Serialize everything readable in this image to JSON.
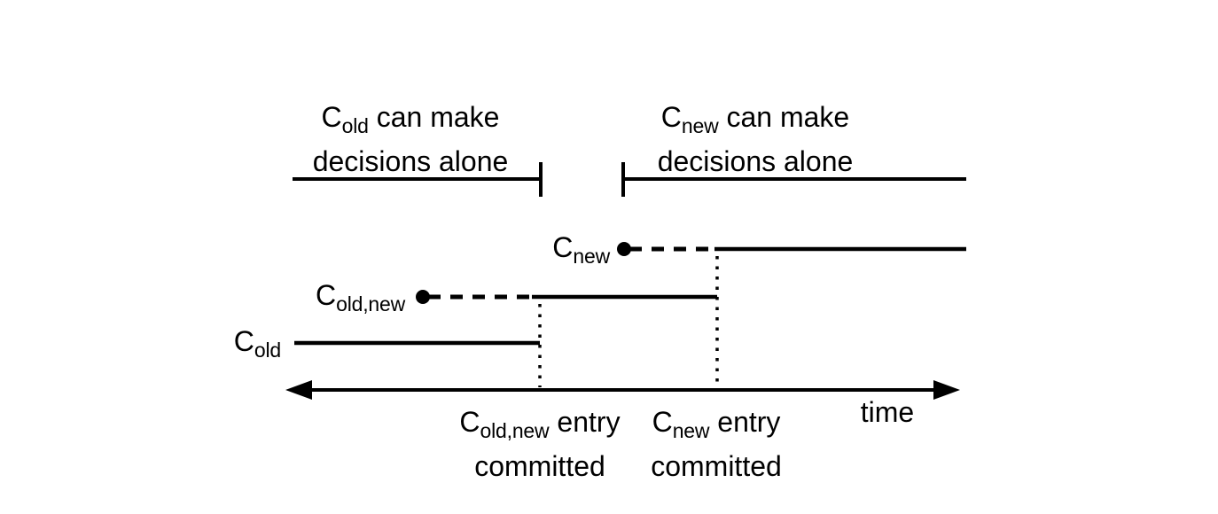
{
  "colors": {
    "ink": "#000000",
    "background": "#ffffff"
  },
  "regions": {
    "old_alone": {
      "base": "C",
      "sub": "old",
      "rest": "can make",
      "line2": "decisions alone"
    },
    "new_alone": {
      "base": "C",
      "sub": "new",
      "rest": "can make",
      "line2": "decisions alone"
    }
  },
  "timelines": {
    "c_old": {
      "base": "C",
      "sub": "old"
    },
    "c_old_new": {
      "base": "C",
      "sub": "old,new"
    },
    "c_new": {
      "base": "C",
      "sub": "new"
    }
  },
  "events": {
    "old_new_committed": {
      "base": "C",
      "sub": "old,new",
      "rest": "entry",
      "line2": "committed"
    },
    "new_committed": {
      "base": "C",
      "sub": "new",
      "rest": "entry",
      "line2": "committed"
    }
  },
  "axis": {
    "label": "time"
  }
}
